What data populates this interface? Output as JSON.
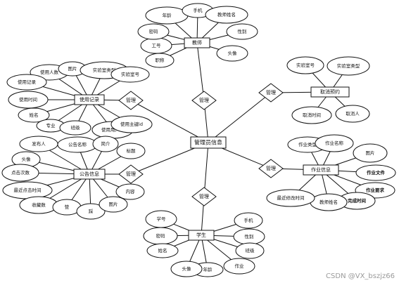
{
  "diagram": {
    "center": "管理员信息",
    "relation_label": "管理",
    "entities": [
      {
        "key": "teacher",
        "name": "教师",
        "attributes": [
          "年龄",
          "手机",
          "教师姓名",
          "性别",
          "头像",
          "职称",
          "工号",
          "密码"
        ]
      },
      {
        "key": "cancel_reservation",
        "name": "取消预约",
        "attributes": [
          "实验室号",
          "实验室类型",
          "取消时间",
          "取消人"
        ]
      },
      {
        "key": "usage_record",
        "name": "使用记录",
        "attributes": [
          "使用人数",
          "图片",
          "实验室类型",
          "实验室号",
          "使用记录",
          "使用时间",
          "姓名",
          "专业",
          "班级",
          "使用用户id",
          "使用主键id"
        ]
      },
      {
        "key": "announcement",
        "name": "公告信息",
        "attributes": [
          "发布人",
          "公告名称",
          "简介",
          "标题",
          "头像",
          "点击次数",
          "最近点击时间",
          "收藏数",
          "赞",
          "踩",
          "图片",
          "内容"
        ]
      },
      {
        "key": "homework",
        "name": "作业信息",
        "attributes": [
          "作业类型",
          "作业名称",
          "图片",
          "作业文件",
          "作业要求",
          "完成时间",
          "教师姓名",
          "最近修改时间"
        ]
      },
      {
        "key": "student",
        "name": "学生",
        "attributes": [
          "学号",
          "手机",
          "性别",
          "密码",
          "姓名",
          "班级",
          "作业",
          "年龄",
          "头像"
        ]
      }
    ],
    "bold_attributes": [
      "作业文件",
      "作业要求",
      "完成时间"
    ]
  },
  "watermark": "CSDN @VX_bszjz66"
}
